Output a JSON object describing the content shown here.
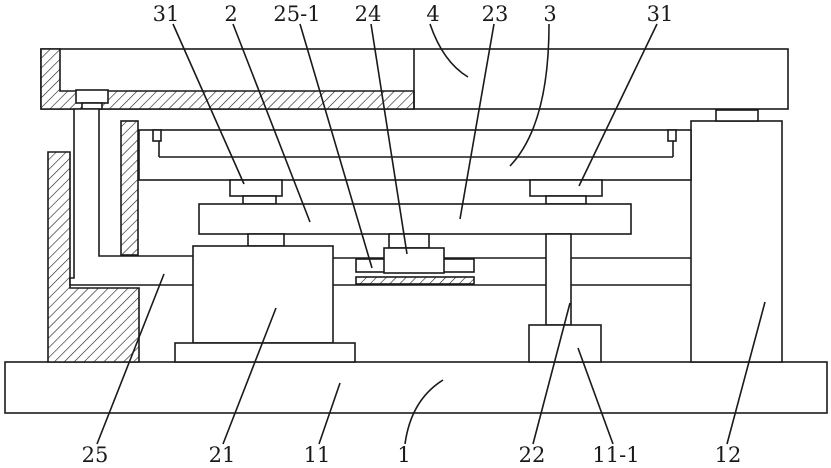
{
  "labels": {
    "l31_left": "31",
    "l2": "2",
    "l25_1": "25-1",
    "l24": "24",
    "l4": "4",
    "l23": "23",
    "l3": "3",
    "l31_right": "31",
    "l25": "25",
    "l21": "21",
    "l11": "11",
    "l1": "1",
    "l22": "22",
    "l11_1": "11-1",
    "l12": "12"
  }
}
